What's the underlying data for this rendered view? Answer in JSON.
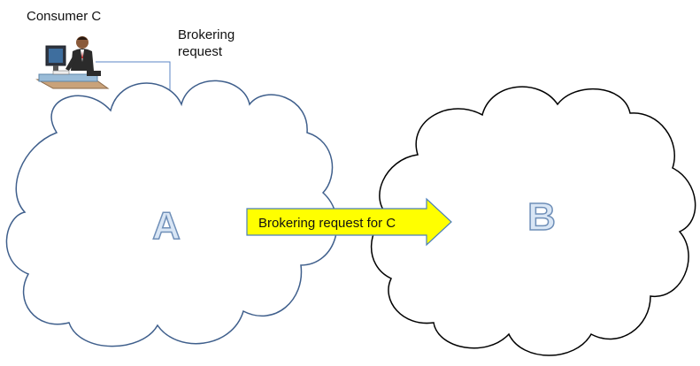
{
  "consumer": {
    "label": "Consumer C",
    "icon": "person-at-computer-icon"
  },
  "request": {
    "line1": "Brokering",
    "line2": "request"
  },
  "clouds": [
    {
      "id": "A",
      "letter": "A",
      "outline": "#3F5F8C"
    },
    {
      "id": "B",
      "letter": "B",
      "outline": "#000000"
    }
  ],
  "forward_arrow": {
    "label": "Brokering request for C",
    "fill": "#FFFF00",
    "stroke": "#4A7EBB"
  },
  "letter_fill": "#D9E6F5",
  "letter_stroke": "#6F8FB8",
  "connector_color": "#5B86C5"
}
